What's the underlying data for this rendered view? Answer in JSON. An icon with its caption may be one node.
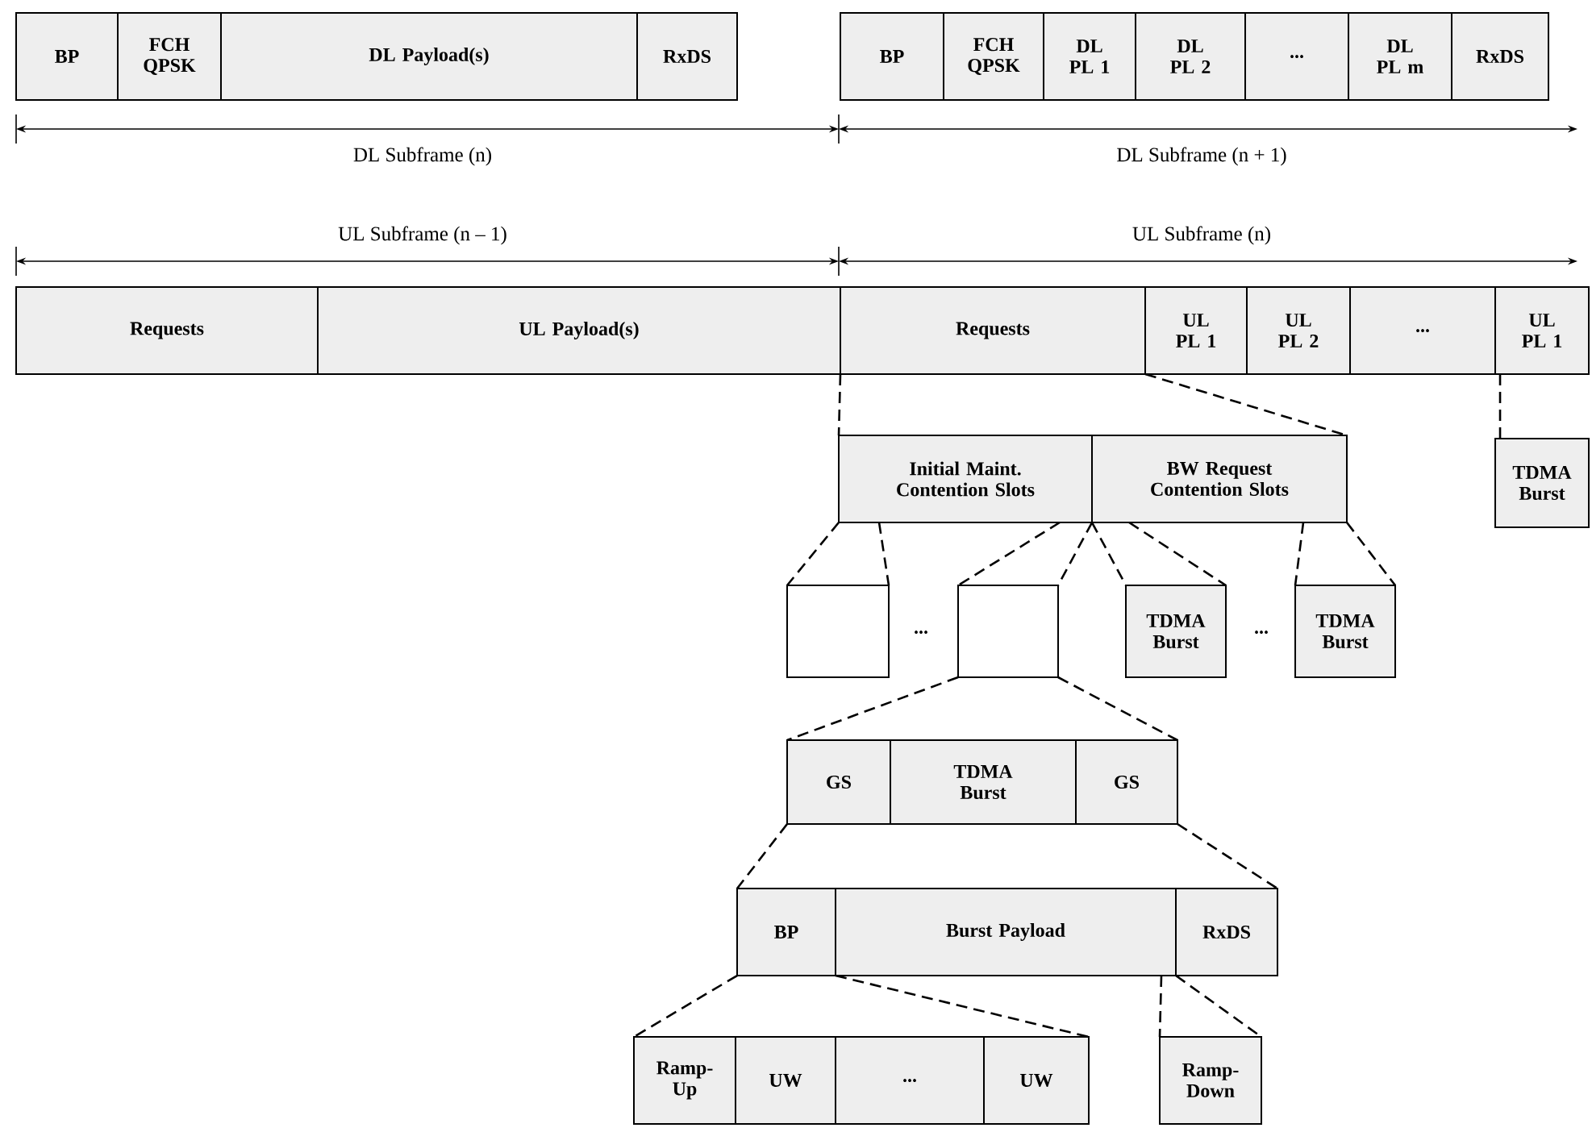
{
  "diagram": {
    "nodes": [
      {
        "text": [
          "BP"
        ]
      },
      {
        "text": [
          "FCH QPSK"
        ]
      },
      {
        "text": [
          "DL Payload(s)"
        ]
      },
      {
        "text": [
          "RxDS"
        ]
      },
      {
        "text": [
          "BP"
        ]
      },
      {
        "text": [
          "FCH QPSK"
        ]
      },
      {
        "text": [
          "DL PL 1"
        ]
      },
      {
        "text": [
          "DL PL 2"
        ]
      },
      {
        "text": [
          "..."
        ]
      },
      {
        "text": [
          "DL PL m"
        ]
      },
      {
        "text": [
          "RxDS"
        ]
      },
      {
        "text": [
          "Requests"
        ]
      },
      {
        "text": [
          "UL Payload(s)"
        ]
      },
      {
        "text": [
          "Requests"
        ]
      },
      {
        "text": [
          "UL PL 1"
        ]
      },
      {
        "text": [
          "UL PL 2"
        ]
      },
      {
        "text": [
          "..."
        ]
      },
      {
        "text": [
          "UL PL 1"
        ]
      },
      {
        "text": [
          "Initial Maint. Contention Slots"
        ]
      },
      {
        "text": [
          "BW Request Contention Slots"
        ]
      },
      {
        "text": [
          "TDMA Burst"
        ]
      },
      {
        "text": [],
        "shape": "box"
      },
      {
        "text": [],
        "shape": "box"
      },
      {
        "text": [
          "TDMA Burst"
        ]
      },
      {
        "text": [
          "TDMA Burst"
        ]
      },
      {
        "text": [
          "GS"
        ]
      },
      {
        "text": [
          "TDMA Burst"
        ]
      },
      {
        "text": [
          "GS"
        ]
      },
      {
        "text": [
          "BP"
        ]
      },
      {
        "text": [
          "Burst Payload"
        ]
      },
      {
        "text": [
          "RxDS"
        ]
      },
      {
        "text": [
          "Ramp-Up"
        ]
      },
      {
        "text": [
          "UW"
        ]
      },
      {
        "text": [
          "..."
        ]
      },
      {
        "text": [
          "UW"
        ]
      },
      {
        "text": [
          "Ramp-Down"
        ]
      }
    ],
    "edges": [
      {
        "from": 13,
        "to": 18,
        "arrow": "none",
        "style": "dashed"
      },
      {
        "from": 13,
        "to": 19,
        "arrow": "none",
        "style": "dashed"
      },
      {
        "from": 17,
        "to": 20,
        "arrow": "none",
        "style": "dashed"
      },
      {
        "from": 18,
        "to": 21,
        "arrow": "none",
        "style": "dashed"
      },
      {
        "from": 18,
        "to": 21,
        "arrow": "none",
        "style": "dashed"
      },
      {
        "from": 18,
        "to": 22,
        "arrow": "none",
        "style": "dashed"
      },
      {
        "from": 18,
        "to": 22,
        "arrow": "none",
        "style": "dashed"
      },
      {
        "from": 19,
        "to": 23,
        "arrow": "none",
        "style": "dashed"
      },
      {
        "from": 19,
        "to": 23,
        "arrow": "none",
        "style": "dashed"
      },
      {
        "from": 19,
        "to": 24,
        "arrow": "none",
        "style": "dashed"
      },
      {
        "from": 19,
        "to": 24,
        "arrow": "none",
        "style": "dashed"
      },
      {
        "from": 22,
        "to": 25,
        "arrow": "none",
        "style": "dashed"
      },
      {
        "from": 22,
        "to": 27,
        "arrow": "none",
        "style": "dashed"
      },
      {
        "from": 25,
        "to": 28,
        "arrow": "none",
        "style": "dashed"
      },
      {
        "from": 27,
        "to": 30,
        "arrow": "none",
        "style": "dashed"
      },
      {
        "from": 28,
        "to": 31,
        "arrow": "none",
        "style": "dashed"
      },
      {
        "from": 28,
        "to": 34,
        "arrow": "none",
        "style": "dashed"
      },
      {
        "from": 29,
        "to": 35,
        "arrow": "none",
        "style": "dashed"
      },
      {
        "from": 30,
        "to": 35,
        "arrow": "none",
        "style": "dashed"
      }
    ],
    "labels": [
      "DL Subframe (n)",
      "DL Subframe (n + 1)",
      "UL Subframe (n – 1)",
      "UL Subframe (n)",
      "...",
      "..."
    ]
  }
}
